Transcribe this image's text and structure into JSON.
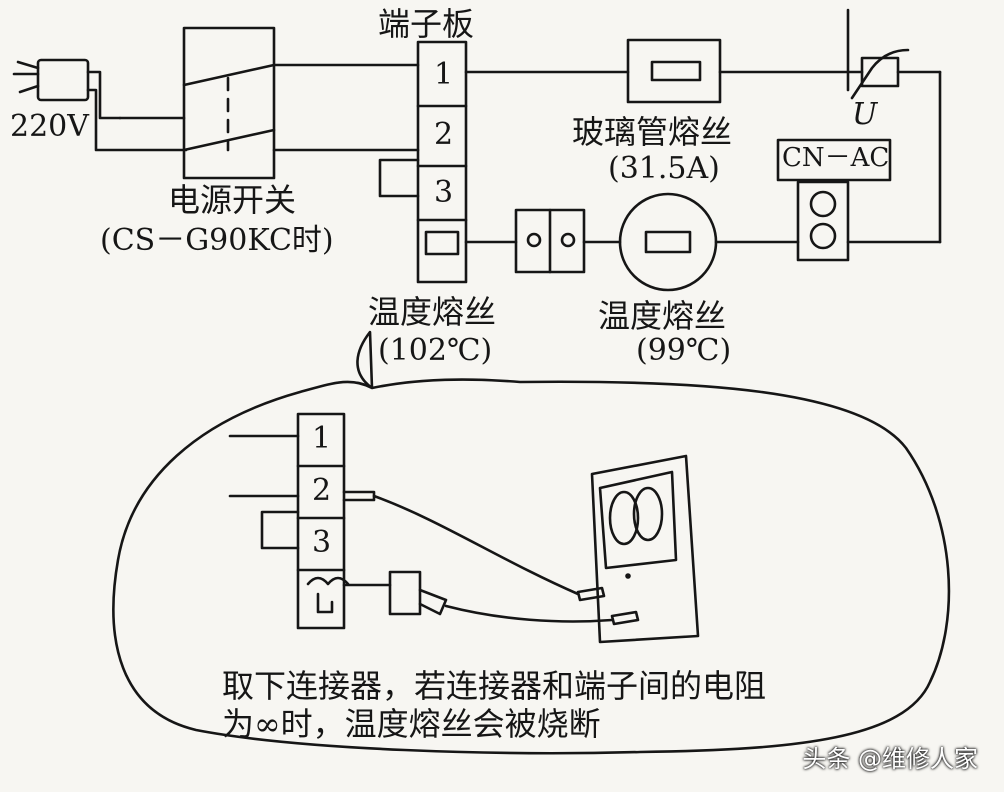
{
  "top": {
    "terminal_board": "端子板",
    "voltage": "220V",
    "power_switch": "电源开关",
    "model_note": "(CS－G90KC时)",
    "glass_fuse": "玻璃管熔丝",
    "glass_fuse_rating": "(31.5A)",
    "varistor": "U",
    "cn_ac": "CN－AC",
    "thermal_fuse_1": "温度熔丝",
    "thermal_fuse_1_temp": "(102℃)",
    "thermal_fuse_2": "温度熔丝",
    "thermal_fuse_2_temp": "(99℃)",
    "terminals": [
      "1",
      "2",
      "3"
    ]
  },
  "bubble": {
    "terminals": [
      "1",
      "2",
      "3"
    ],
    "line1": "取下连接器，若连接器和端子间的电阻",
    "line2": "为∞时，温度熔丝会被烧断"
  },
  "watermark": "头条 @维修人家"
}
